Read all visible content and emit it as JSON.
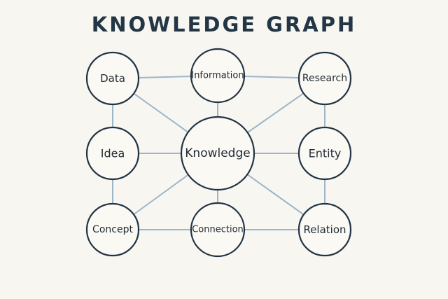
{
  "title": "KNOWLEDGE GRAPH",
  "colors": {
    "background": "#f8f6f1",
    "node_stroke": "#223444",
    "node_fill": "#fbf9f4",
    "edge": "#9db5c8",
    "title": "#233645"
  },
  "nodes": [
    {
      "id": "data",
      "label": "Data"
    },
    {
      "id": "information",
      "label": "Information"
    },
    {
      "id": "research",
      "label": "Research"
    },
    {
      "id": "idea",
      "label": "Idea"
    },
    {
      "id": "knowledge",
      "label": "Knowledge"
    },
    {
      "id": "entity",
      "label": "Entity"
    },
    {
      "id": "concept",
      "label": "Concept"
    },
    {
      "id": "connection",
      "label": "Connection"
    },
    {
      "id": "relation",
      "label": "Relation"
    }
  ],
  "edges": [
    {
      "from": "data",
      "to": "information"
    },
    {
      "from": "information",
      "to": "research"
    },
    {
      "from": "data",
      "to": "idea"
    },
    {
      "from": "research",
      "to": "entity"
    },
    {
      "from": "idea",
      "to": "concept"
    },
    {
      "from": "entity",
      "to": "relation"
    },
    {
      "from": "concept",
      "to": "connection"
    },
    {
      "from": "connection",
      "to": "relation"
    },
    {
      "from": "knowledge",
      "to": "information"
    },
    {
      "from": "knowledge",
      "to": "idea"
    },
    {
      "from": "knowledge",
      "to": "entity"
    },
    {
      "from": "knowledge",
      "to": "connection"
    },
    {
      "from": "knowledge",
      "to": "data"
    },
    {
      "from": "knowledge",
      "to": "research"
    },
    {
      "from": "knowledge",
      "to": "concept"
    },
    {
      "from": "knowledge",
      "to": "relation"
    }
  ]
}
